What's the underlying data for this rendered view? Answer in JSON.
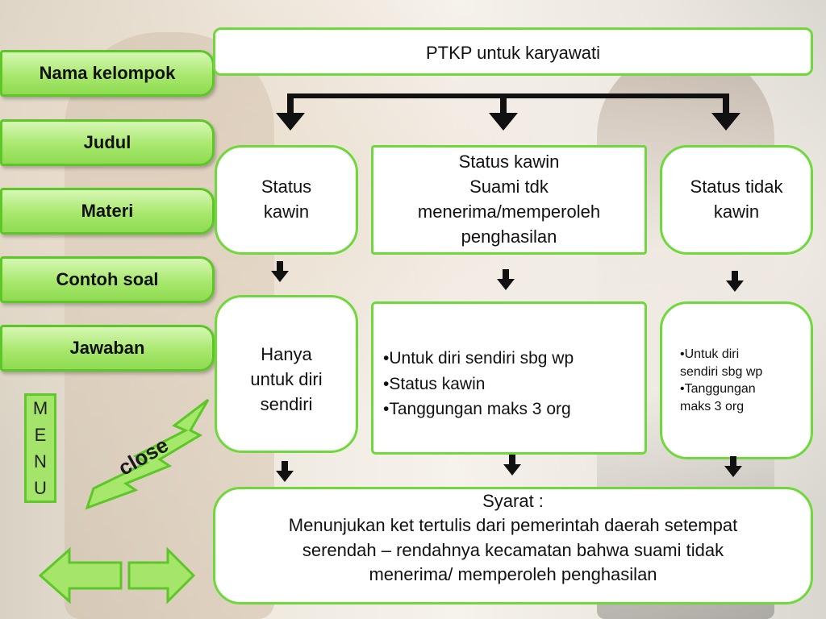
{
  "title": "PTKP untuk karyawati",
  "menu": {
    "items": [
      "Nama kelompok",
      "Judul",
      "Materi",
      "Contoh soal",
      "Jawaban"
    ],
    "vertical_letters": [
      "M",
      "E",
      "N",
      "U"
    ],
    "close_label": "close"
  },
  "columns": [
    {
      "status": "Status\nkawin",
      "detail": "Hanya\nuntuk diri\nsendiri"
    },
    {
      "status": "Status kawin\nSuami tdk\nmenerima/memperoleh\npenghasilan",
      "detail": "•Untuk diri sendiri   sbg  wp\n•Status kawin\n•Tanggungan maks 3 org"
    },
    {
      "status": "Status tidak\nkawin",
      "detail": "•Untuk diri\nsendiri sbg wp\n•Tanggungan\nmaks 3 org"
    }
  ],
  "syarat": "Syarat :\nMenunjukan ket tertulis dari pemerintah daerah setempat\nserendah – rendahnya kecamatan bahwa suami tidak\nmenerima/ memperoleh penghasilan",
  "colors": {
    "accent_green": "#6fd83a",
    "button_green": "#a8e86d",
    "arrow_black": "#111111"
  }
}
